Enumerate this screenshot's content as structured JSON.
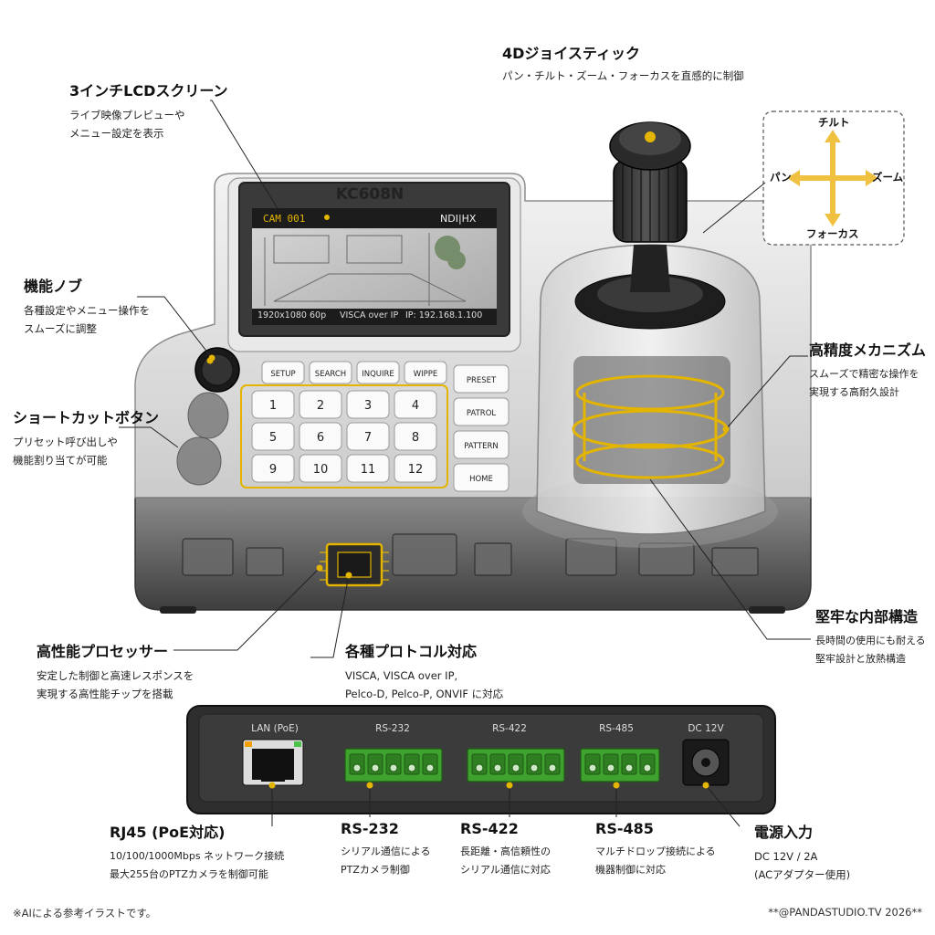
{
  "colors": {
    "accent": "#e3b400",
    "arrow": "#f0c040",
    "terminal": "#3fa22e"
  },
  "callouts": {
    "lcd": {
      "title": "3インチLCDスクリーン",
      "lines": [
        "ライブ映像プレビューや",
        "メニュー設定を表示"
      ]
    },
    "joystick": {
      "title": "4Dジョイスティック",
      "lines": [
        "パン・チルト・ズーム・フォーカスを直感的に制御"
      ]
    },
    "knob": {
      "title": "機能ノブ",
      "lines": [
        "各種設定やメニュー操作を",
        "スムーズに調整"
      ]
    },
    "shortcut": {
      "title": "ショートカットボタン",
      "lines": [
        "プリセット呼び出しや",
        "機能割り当てが可能"
      ]
    },
    "mechanism": {
      "title": "高精度メカニズム",
      "lines": [
        "スムーズで精密な操作を",
        "実現する高耐久設計"
      ]
    },
    "structure": {
      "title": "堅牢な内部構造",
      "lines": [
        "長時間の使用にも耐える",
        "堅牢設計と放熱構造"
      ]
    },
    "processor": {
      "title": "高性能プロセッサー",
      "lines": [
        "安定した制御と高速レスポンスを",
        "実現する高性能チップを搭載"
      ]
    },
    "protocol": {
      "title": "各種プロトコル対応",
      "lines": [
        "VISCA, VISCA over IP,",
        "Pelco-D, Pelco-P, ONVIF に対応"
      ]
    },
    "rj45": {
      "title": "RJ45 (PoE対応)",
      "lines": [
        "10/100/1000Mbps ネットワーク接続",
        "最大255台のPTZカメラを制御可能"
      ]
    },
    "rs232": {
      "title": "RS-232",
      "lines": [
        "シリアル通信による",
        "PTZカメラ制御"
      ]
    },
    "rs422": {
      "title": "RS-422",
      "lines": [
        "長距離・高信頼性の",
        "シリアル通信に対応"
      ]
    },
    "rs485": {
      "title": "RS-485",
      "lines": [
        "マルチドロップ接続による",
        "機器制御に対応"
      ]
    },
    "power": {
      "title": "電源入力",
      "lines": [
        "DC 12V / 2A",
        "(ACアダプター使用)"
      ]
    }
  },
  "direction": {
    "tilt": "チルト",
    "pan": "パン",
    "zoom": "ズーム",
    "focus": "フォーカス"
  },
  "device": {
    "model": "KC608N",
    "screen": {
      "cam": "CAM 001",
      "ndi": "NDI|HX",
      "resolution": "1920x1080 60p",
      "protocol": "VISCA over IP",
      "ip": "IP: 192.168.1.100"
    },
    "function_keys": [
      "SETUP",
      "SEARCH",
      "INQUIRE",
      "WIPPE"
    ],
    "number_keys": [
      "1",
      "2",
      "3",
      "4",
      "5",
      "6",
      "7",
      "8",
      "9",
      "10",
      "11",
      "12"
    ],
    "side_keys": [
      "PRESET",
      "PATROL",
      "PATTERN",
      "HOME"
    ]
  },
  "ports": {
    "lan": "LAN (PoE)",
    "rs232": "RS-232",
    "rs422": "RS-422",
    "rs485": "RS-485",
    "dc": "DC 12V"
  },
  "footer": {
    "note": "※AIによる参考イラストです。",
    "credit": "**@PANDASTUDIO.TV 2026**"
  }
}
